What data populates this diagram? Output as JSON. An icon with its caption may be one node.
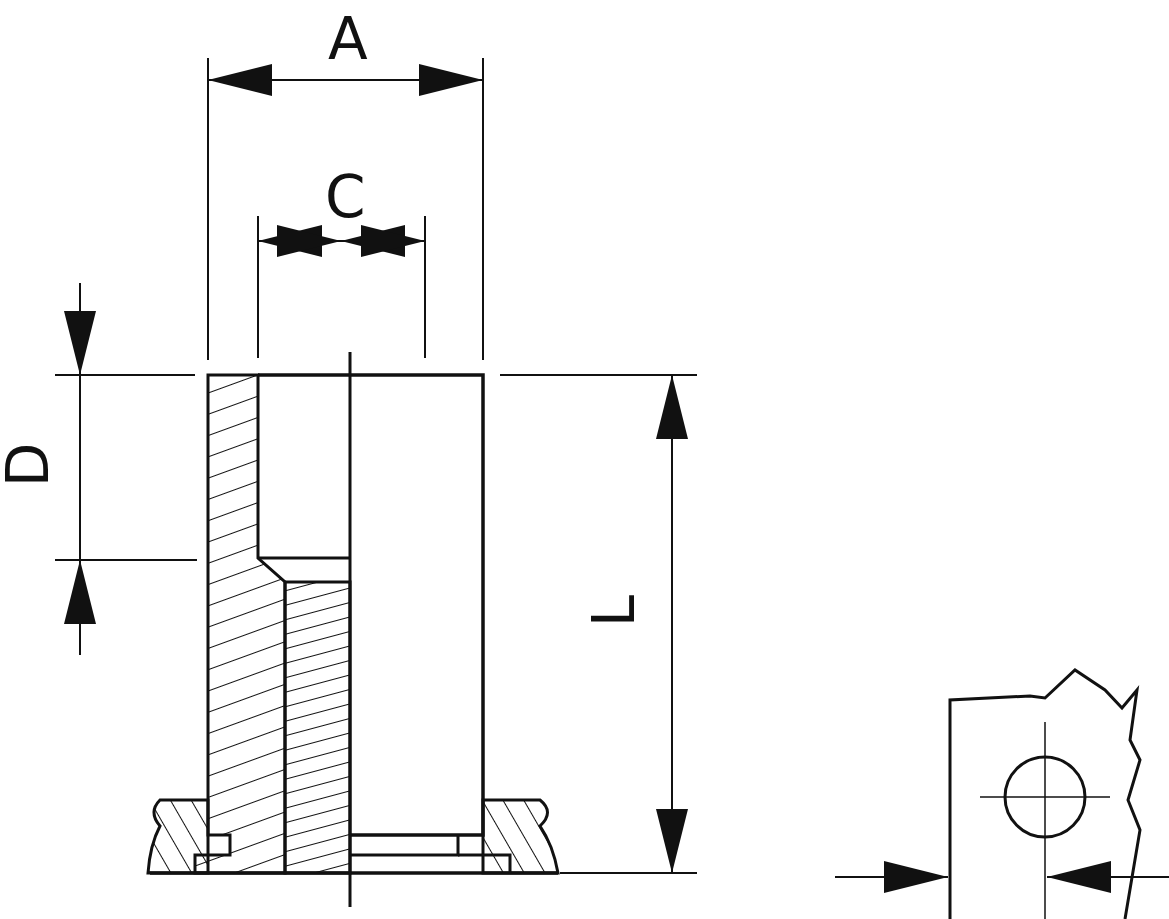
{
  "diagram": {
    "labels": [
      "A",
      "C",
      "D",
      "L"
    ]
  }
}
